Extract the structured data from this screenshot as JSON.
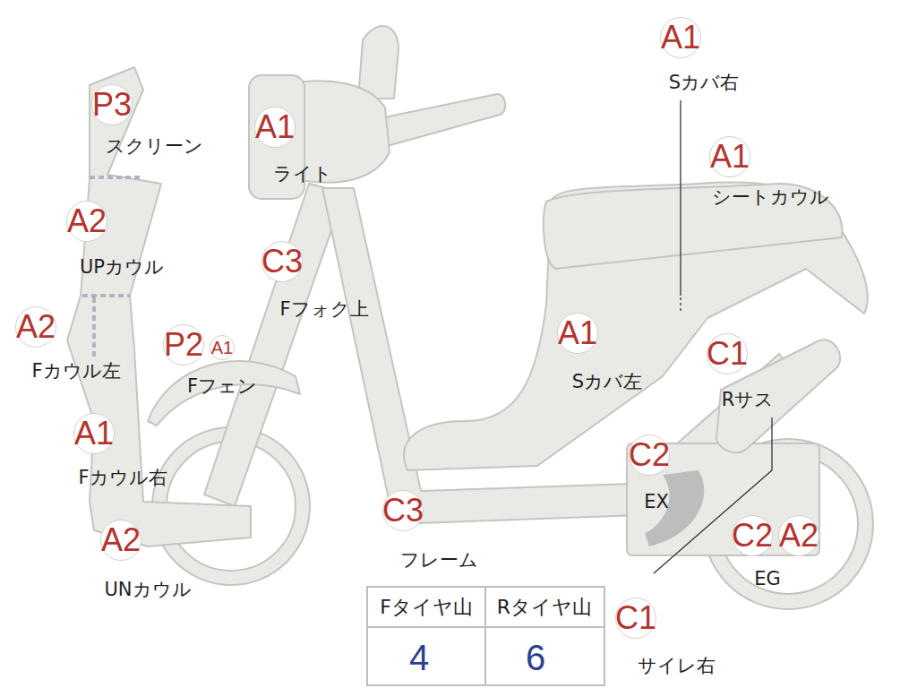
{
  "diagram": {
    "nodes": [
      {
        "text": [
          "P3",
          "スクリーン"
        ]
      },
      {
        "text": [
          "A1",
          "ライト"
        ]
      },
      {
        "text": [
          "A1",
          "Sカバ右"
        ]
      },
      {
        "text": [
          "A1",
          "シートカウル"
        ]
      },
      {
        "text": [
          "A2",
          "UPカウル"
        ]
      },
      {
        "text": [
          "C3",
          "Fフォク上"
        ]
      },
      {
        "text": [
          "A2",
          "Fカウル左"
        ]
      },
      {
        "text": [
          "P2",
          "Fフェン"
        ]
      },
      {
        "text": [
          "A1"
        ]
      },
      {
        "text": [
          "A1",
          "Sカバ左"
        ]
      },
      {
        "text": [
          "C1",
          "Rサス"
        ]
      },
      {
        "text": [
          "A1",
          "Fカウル右"
        ]
      },
      {
        "text": [
          "C2",
          "EX"
        ]
      },
      {
        "text": [
          "C3",
          "フレーム"
        ]
      },
      {
        "text": [
          "A2",
          "UNカウル"
        ]
      },
      {
        "text": [
          "C2",
          "EG"
        ]
      },
      {
        "text": [
          "A2"
        ]
      },
      {
        "text": [
          "C1",
          "サイレ右"
        ]
      }
    ],
    "labels": [
      "Fタイヤ山",
      "Rタイヤ山",
      "4",
      "6"
    ]
  }
}
